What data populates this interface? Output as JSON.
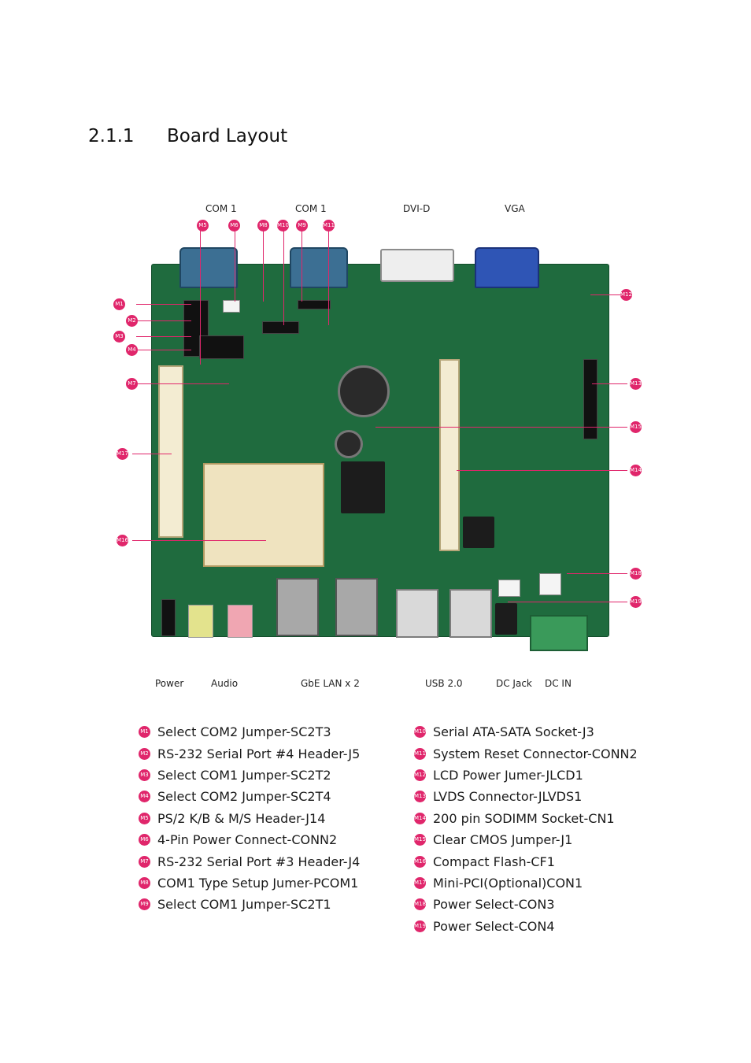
{
  "heading": {
    "number": "2.1.1",
    "title": "Board Layout"
  },
  "figure_labels": {
    "com1_a": "COM 1",
    "com1_b": "COM 1",
    "dvi": "DVI-D",
    "vga": "VGA",
    "power": "Power",
    "audio": "Audio",
    "lan": "GbE LAN x 2",
    "usb": "USB 2.0",
    "dc_jack": "DC Jack",
    "dc_in": "DC IN"
  },
  "markers": [
    "M1",
    "M2",
    "M3",
    "M4",
    "M5",
    "M6",
    "M7",
    "M8",
    "M9",
    "M10",
    "M11",
    "M12",
    "M13",
    "M14",
    "M15",
    "M16",
    "M17",
    "M18",
    "M19"
  ],
  "legend_left": [
    {
      "badge": "M1",
      "text": "Select COM2 Jumper-SC2T3"
    },
    {
      "badge": "M2",
      "text": "RS-232 Serial Port #4 Header-J5"
    },
    {
      "badge": "M3",
      "text": "Select COM1 Jumper-SC2T2"
    },
    {
      "badge": "M4",
      "text": "Select COM2 Jumper-SC2T4"
    },
    {
      "badge": "M5",
      "text": "PS/2 K/B & M/S Header-J14"
    },
    {
      "badge": "M6",
      "text": "4-Pin Power Connect-CONN2"
    },
    {
      "badge": "M7",
      "text": "RS-232 Serial Port #3 Header-J4"
    },
    {
      "badge": "M8",
      "text": "COM1 Type Setup Jumer-PCOM1"
    },
    {
      "badge": "M9",
      "text": "Select COM1 Jumper-SC2T1"
    }
  ],
  "legend_right": [
    {
      "badge": "M10",
      "text": "Serial ATA-SATA Socket-J3"
    },
    {
      "badge": "M11",
      "text": "System Reset Connector-CONN2"
    },
    {
      "badge": "M12",
      "text": "LCD Power Jumer-JLCD1"
    },
    {
      "badge": "M13",
      "text": "LVDS Connector-JLVDS1"
    },
    {
      "badge": "M14",
      "text": "200 pin SODIMM Socket-CN1"
    },
    {
      "badge": "M15",
      "text": "Clear CMOS Jumper-J1"
    },
    {
      "badge": "M16",
      "text": "Compact Flash-CF1"
    },
    {
      "badge": "M17",
      "text": "Mini-PCI(Optional)CON1"
    },
    {
      "badge": "M18",
      "text": "Power Select-CON3"
    },
    {
      "badge": "M19",
      "text": "Power Select-CON4"
    }
  ]
}
